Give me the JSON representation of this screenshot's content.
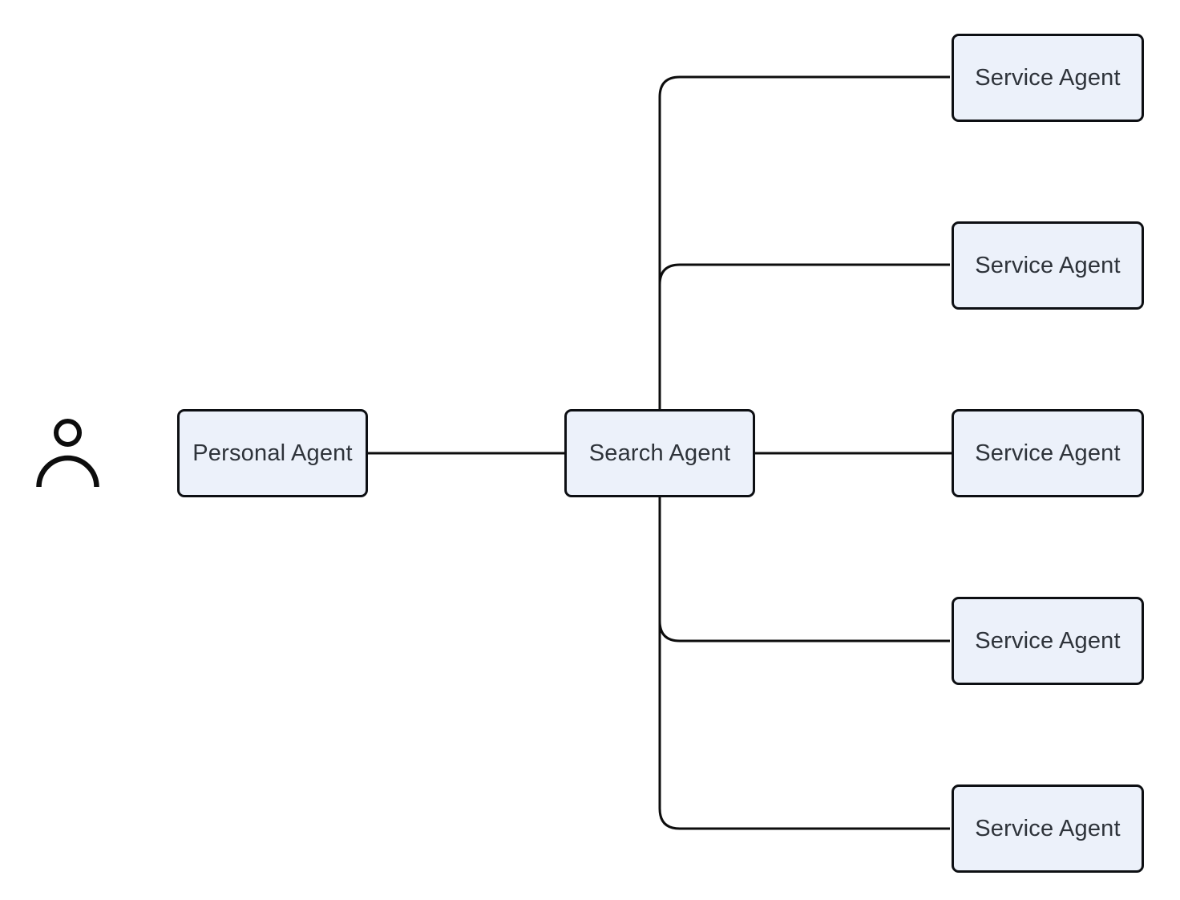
{
  "theme": {
    "canvas_bg": "#ffffff",
    "node_fill": "#ecf1fa",
    "node_border": "#0d0f13",
    "edge_color": "#0d0d0d",
    "text_color": "#2e333a"
  },
  "diagram": {
    "type": "flowchart",
    "orientation": "left-to-right",
    "nodes": {
      "user": {
        "icon": "person-icon"
      },
      "personal_agent": {
        "label": "Personal Agent"
      },
      "search_agent": {
        "label": "Search Agent"
      },
      "service_agents": [
        {
          "label": "Service Agent"
        },
        {
          "label": "Service Agent"
        },
        {
          "label": "Service Agent"
        },
        {
          "label": "Service Agent"
        },
        {
          "label": "Service Agent"
        }
      ]
    },
    "edges": [
      {
        "from": "personal_agent",
        "to": "search_agent"
      },
      {
        "from": "search_agent",
        "to": "service_agent_1"
      },
      {
        "from": "search_agent",
        "to": "service_agent_2"
      },
      {
        "from": "search_agent",
        "to": "service_agent_3"
      },
      {
        "from": "search_agent",
        "to": "service_agent_4"
      },
      {
        "from": "search_agent",
        "to": "service_agent_5"
      }
    ]
  }
}
